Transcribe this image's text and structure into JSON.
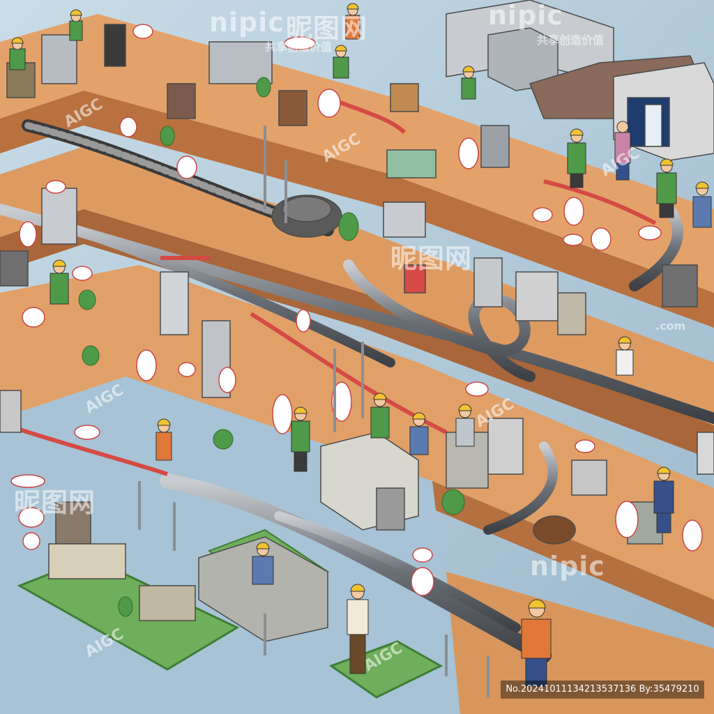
{
  "watermarks": {
    "brand": "nipic",
    "brand_cn": "昵图网",
    "slogan": "共享创造价值",
    "site": ".com",
    "aigc": "AIGC"
  },
  "caption": "No.20241011134213537136 By:35479210",
  "colors": {
    "floor_top": "#e3a26a",
    "floor_side": "#b8713f",
    "background": "#a9c4d6",
    "green_mat": "#6fae5a",
    "pipe": "#5a5f66",
    "red_pipe": "#d64a45",
    "worker_green": "#4f9a48",
    "helmet": "#f2c230"
  }
}
